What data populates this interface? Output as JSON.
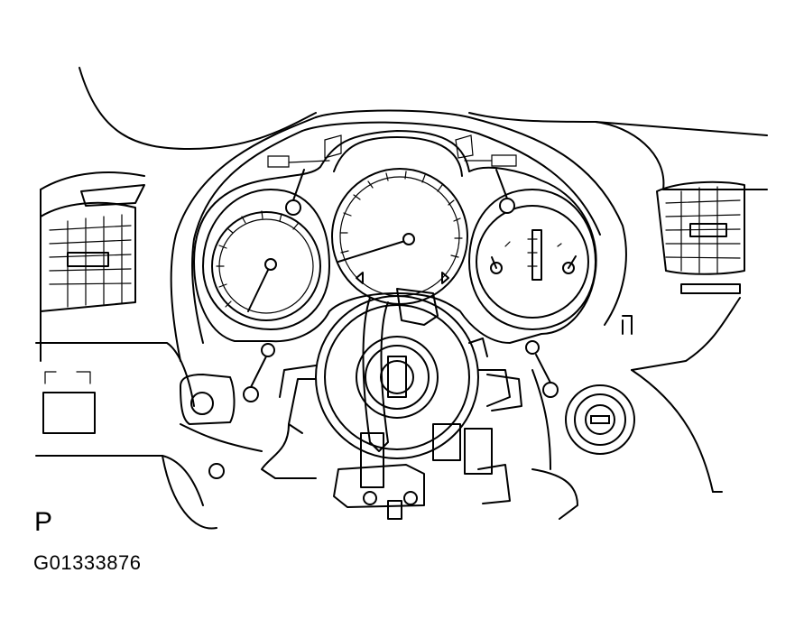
{
  "figure": {
    "view_letter": "P",
    "code": "G01333876"
  },
  "colors": {
    "ink": "#000000",
    "paper": "#ffffff"
  },
  "parts": [
    "instrument-panel",
    "combination-meter",
    "tachometer",
    "speedometer",
    "fuel-temp-gauge",
    "steering-column",
    "spiral-cable",
    "ignition-key-cylinder",
    "left-air-vent",
    "right-air-vent",
    "mounting-screws"
  ]
}
